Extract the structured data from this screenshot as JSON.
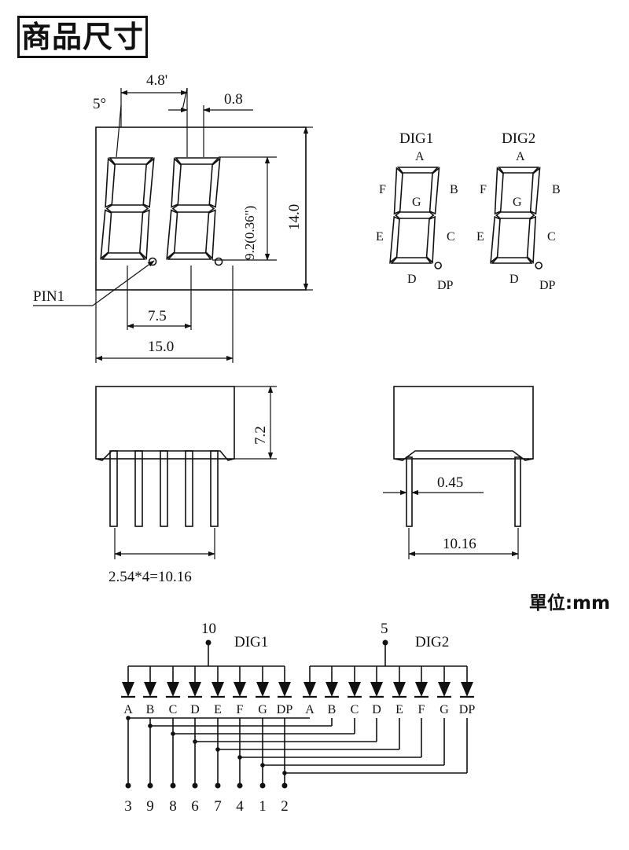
{
  "header": {
    "title": "商品尺寸"
  },
  "unit_note": "單位:mm",
  "front_view": {
    "angle_label": "5°",
    "digit_pitch": "4.8'",
    "segment_width": "0.8",
    "digit_height": "9.2(0.36\")",
    "body_height": "14.0",
    "pin_label": "PIN1",
    "pin_span": "7.5",
    "body_width": "15.0"
  },
  "segment_diagram": {
    "digits": [
      {
        "name": "DIG1",
        "labels": {
          "a": "A",
          "b": "B",
          "c": "C",
          "d": "D",
          "e": "E",
          "f": "F",
          "g": "G",
          "dp": "DP"
        }
      },
      {
        "name": "DIG2",
        "labels": {
          "a": "A",
          "b": "B",
          "c": "C",
          "d": "D",
          "e": "E",
          "f": "F",
          "g": "G",
          "dp": "DP"
        }
      }
    ]
  },
  "side_view": {
    "height": "7.2",
    "pin_pitch": "2.54*4=10.16"
  },
  "end_view": {
    "pin_thickness": "0.45",
    "row_spacing": "10.16"
  },
  "circuit": {
    "dig1": {
      "label": "DIG1",
      "common_pin": "10"
    },
    "dig2": {
      "label": "DIG2",
      "common_pin": "5"
    },
    "segment_labels": [
      "A",
      "B",
      "C",
      "D",
      "E",
      "F",
      "G",
      "DP",
      "A",
      "B",
      "C",
      "D",
      "E",
      "F",
      "G",
      "DP"
    ],
    "pins": [
      "3",
      "9",
      "8",
      "6",
      "7",
      "4",
      "1",
      "2"
    ]
  }
}
